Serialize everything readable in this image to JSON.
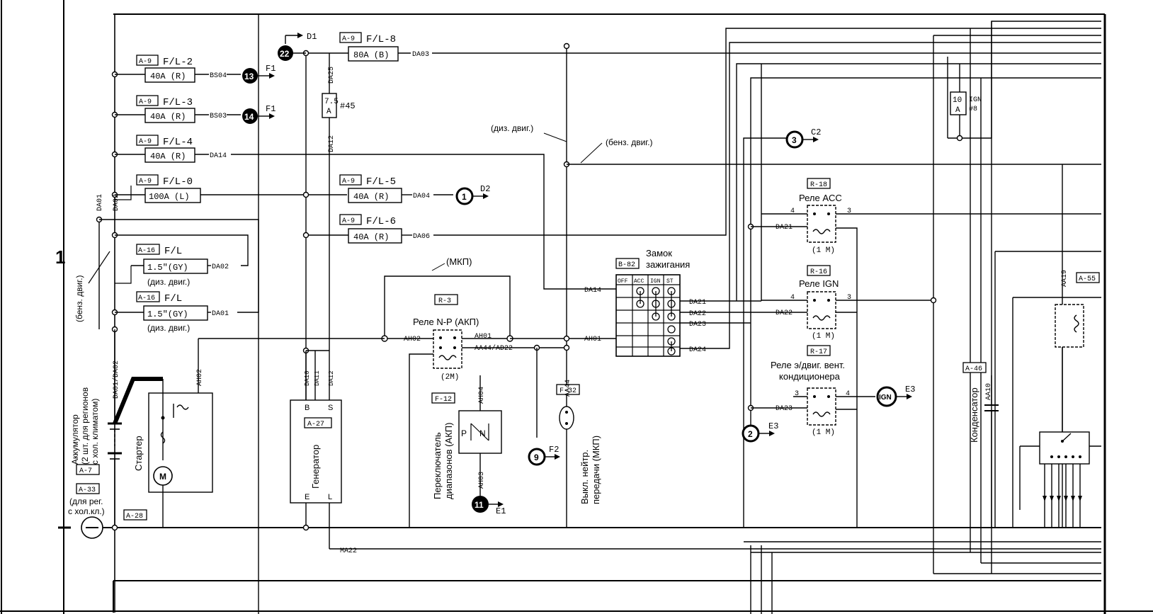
{
  "page_marker": "1",
  "connectors": {
    "a9": "A-9",
    "a16": "A-16",
    "a7": "A-7",
    "a33": "A-33",
    "a28": "A-28",
    "a27": "A-27",
    "r3": "R-3",
    "f12": "F-12",
    "f32": "F-32",
    "b82": "B-82",
    "r18": "R-18",
    "r16": "R-16",
    "r17": "R-17",
    "a46": "A-46",
    "a55": "A-55"
  },
  "fusible_links": {
    "fl2": {
      "title": "F/L-2",
      "rating": "40A (R)",
      "wire": "BS04"
    },
    "fl3": {
      "title": "F/L-3",
      "rating": "40A (R)",
      "wire": "BS03"
    },
    "fl4": {
      "title": "F/L-4",
      "rating": "40A (R)",
      "wire": "DA14"
    },
    "fl0": {
      "title": "F/L-0",
      "rating": "100A (L)"
    },
    "fl8": {
      "title": "F/L-8",
      "rating": "80A (B)",
      "wire": "DA03"
    },
    "fl5": {
      "title": "F/L-5",
      "rating": "40A (R)",
      "wire": "DA04"
    },
    "fl6": {
      "title": "F/L-6",
      "rating": "40A (R)",
      "wire": "DA06"
    },
    "fla": {
      "title": "F/L",
      "rating": "1.5\"(GY)",
      "wire": "DA02",
      "note": "(диз. двиг.)"
    },
    "flb": {
      "title": "F/L",
      "rating": "1.5\"(GY)",
      "wire": "DA01",
      "note": "(диз. двиг.)"
    }
  },
  "fuses": {
    "f45": {
      "rating_top": "7.5",
      "rating_bottom": "A",
      "id": "#45"
    },
    "f8": {
      "rating_top": "10",
      "rating_bottom": "A",
      "id_top": "IGN",
      "id_bottom": "#8"
    }
  },
  "refs": {
    "r13": {
      "num": "13",
      "dest": "F1"
    },
    "r14": {
      "num": "14",
      "dest": "F1"
    },
    "r22": {
      "num": "22",
      "dest": "D1"
    },
    "r1": {
      "num": "1",
      "dest": "D2"
    },
    "r3": {
      "num": "3",
      "dest": "C2"
    },
    "r2": {
      "num": "2",
      "dest": "E3"
    },
    "r9": {
      "num": "9",
      "dest": "F2"
    },
    "r11": {
      "num": "11",
      "dest": "E1"
    },
    "rign": {
      "num": "IGN",
      "dest": "E3"
    }
  },
  "wires": {
    "da25": "DA25",
    "da12": "DA12",
    "da01": "DA01",
    "da02": "DA02",
    "da0102": "DA01/DA02",
    "ah02": "AH02",
    "ah01": "AH01",
    "aa44ad22": "AA44/AD22",
    "aa44": "AA44",
    "ah04": "AH04",
    "ah03": "AH03",
    "da10": "DA10",
    "da11": "DA11",
    "da14": "DA14",
    "da21": "DA21",
    "da22": "DA22",
    "da23": "DA23",
    "da24": "DA24",
    "ma22": "MA22",
    "aa19": "AA19",
    "aa10": "AA10"
  },
  "labels": {
    "diesel_engine": "(диз. двиг.)",
    "petrol_engine": "(бенз. двиг.)",
    "mt": "(МКП)",
    "relay_np": "Реле N-P (АКП)",
    "ignition_line1": "Замок",
    "ignition_line2": "зажигания",
    "relay_acc": "Реле ACC",
    "relay_ign": "Реле IGN",
    "relay_fan_line1": "Реле э/двиг. вент.",
    "relay_fan_line2": "кондиционера",
    "relay_1m": "(1 M)",
    "relay_2m": "(2M)",
    "battery_line1": "Аккумулятор",
    "battery_line2": "(2 шт. для регионов",
    "battery_line3": "с хол. климатом)",
    "regions_line1": "(для рег.",
    "regions_line2": "с хол.кл.)",
    "starter": "Стартер",
    "generator": "Генератор",
    "inhibitor_line1": "Переключатель",
    "inhibitor_line2": "диапазонов (АКП)",
    "neutral_line1": "Выкл. нейтр.",
    "neutral_line2": "передачи (МКП)",
    "condenser": "Конденсатор",
    "relay_pin_4": "4",
    "relay_pin_3": "3",
    "gen_b": "B",
    "gen_s": "S",
    "gen_e": "E",
    "gen_l": "L",
    "sw_p": "P",
    "sw_n": "N",
    "motor": "M"
  },
  "ignition_switch": {
    "positions": [
      "OFF",
      "ACC",
      "IGN",
      "ST"
    ]
  }
}
